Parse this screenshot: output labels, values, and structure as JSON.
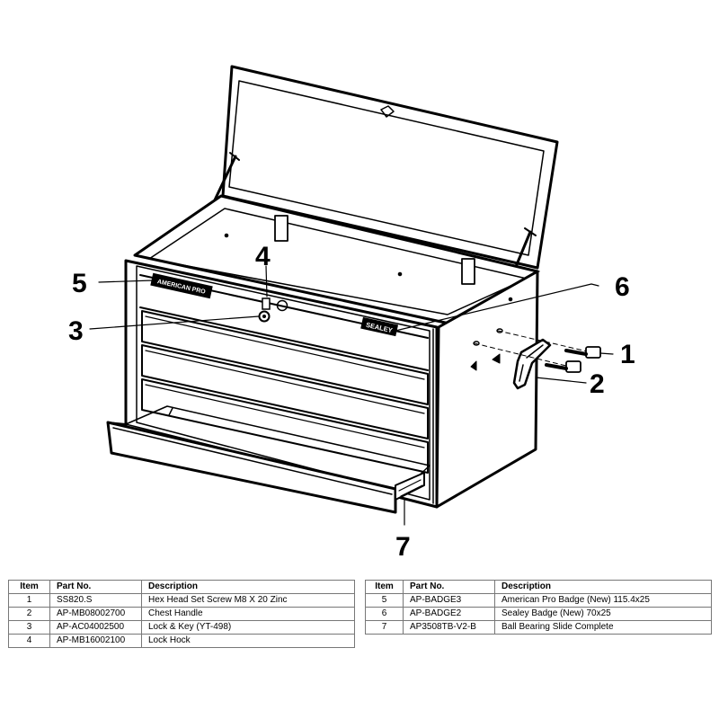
{
  "callouts": [
    {
      "id": "1",
      "label": "1"
    },
    {
      "id": "2",
      "label": "2"
    },
    {
      "id": "3",
      "label": "3"
    },
    {
      "id": "4",
      "label": "4"
    },
    {
      "id": "5",
      "label": "5"
    },
    {
      "id": "6",
      "label": "6"
    },
    {
      "id": "7",
      "label": "7"
    }
  ],
  "badges": {
    "american_pro": "AMERICAN PRO",
    "sealey": "SEALEY"
  },
  "parts_table": {
    "headers": [
      "Item",
      "Part No.",
      "Description"
    ],
    "left_rows": [
      {
        "item": "1",
        "part_no": "SS820.S",
        "description": "Hex Head Set Screw M8 X 20 Zinc"
      },
      {
        "item": "2",
        "part_no": "AP-MB08002700",
        "description": "Chest Handle"
      },
      {
        "item": "3",
        "part_no": "AP-AC04002500",
        "description": "Lock & Key (YT-498)"
      },
      {
        "item": "4",
        "part_no": "AP-MB16002100",
        "description": "Lock Hock"
      }
    ],
    "right_rows": [
      {
        "item": "5",
        "part_no": "AP-BADGE3",
        "description": "American Pro Badge (New) 115.4x25"
      },
      {
        "item": "6",
        "part_no": "AP-BADGE2",
        "description": "Sealey Badge (New) 70x25"
      },
      {
        "item": "7",
        "part_no": "AP3508TB-V2-B",
        "description": "Ball Bearing Slide Complete"
      }
    ]
  }
}
